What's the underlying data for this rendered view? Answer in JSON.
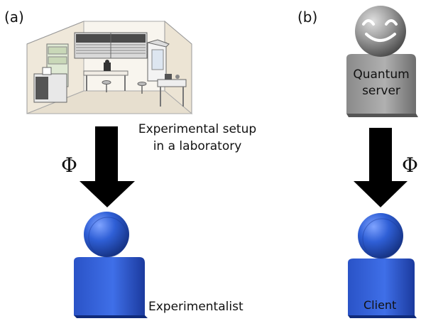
{
  "panels": {
    "a": {
      "label": "(a)",
      "setup_caption": [
        "Experimental setup",
        "in a laboratory"
      ],
      "state_symbol": "Φ",
      "person_label": "Experimentalist"
    },
    "b": {
      "label": "(b)",
      "server_label": [
        "Quantum",
        "server"
      ],
      "state_symbol": "Φ",
      "person_label": "Client"
    }
  },
  "colors": {
    "person_blue": "#2f5fd6",
    "person_blue_dark": "#18308e",
    "server_gray": "#9a9a9a",
    "arrow": "#000000"
  }
}
